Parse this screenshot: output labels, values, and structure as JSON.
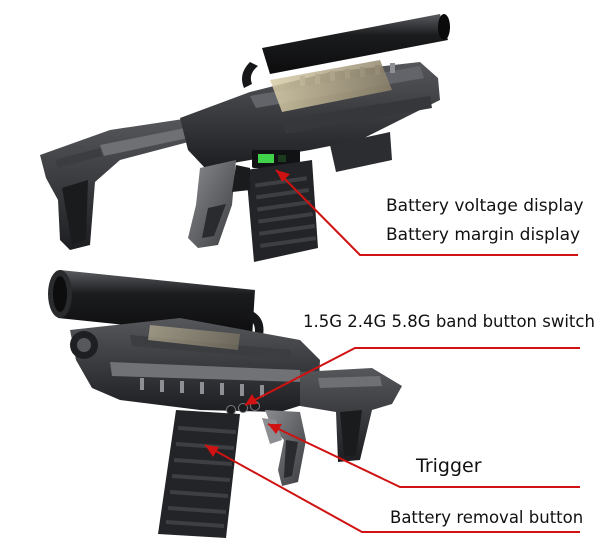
{
  "colors": {
    "callout": "#d01212",
    "body": "#2a2b2e",
    "body_light": "#4a4c50",
    "accent_gray": "#6b6d70",
    "tube": "#18191b",
    "display_green": "#3fd24a",
    "background": "#ffffff"
  },
  "labels": {
    "voltage": "Battery voltage display",
    "margin": "Battery margin display",
    "band_switch": "1.5G 2.4G 5.8G band button switch",
    "trigger": "Trigger",
    "battery_removal": "Battery removal button"
  }
}
